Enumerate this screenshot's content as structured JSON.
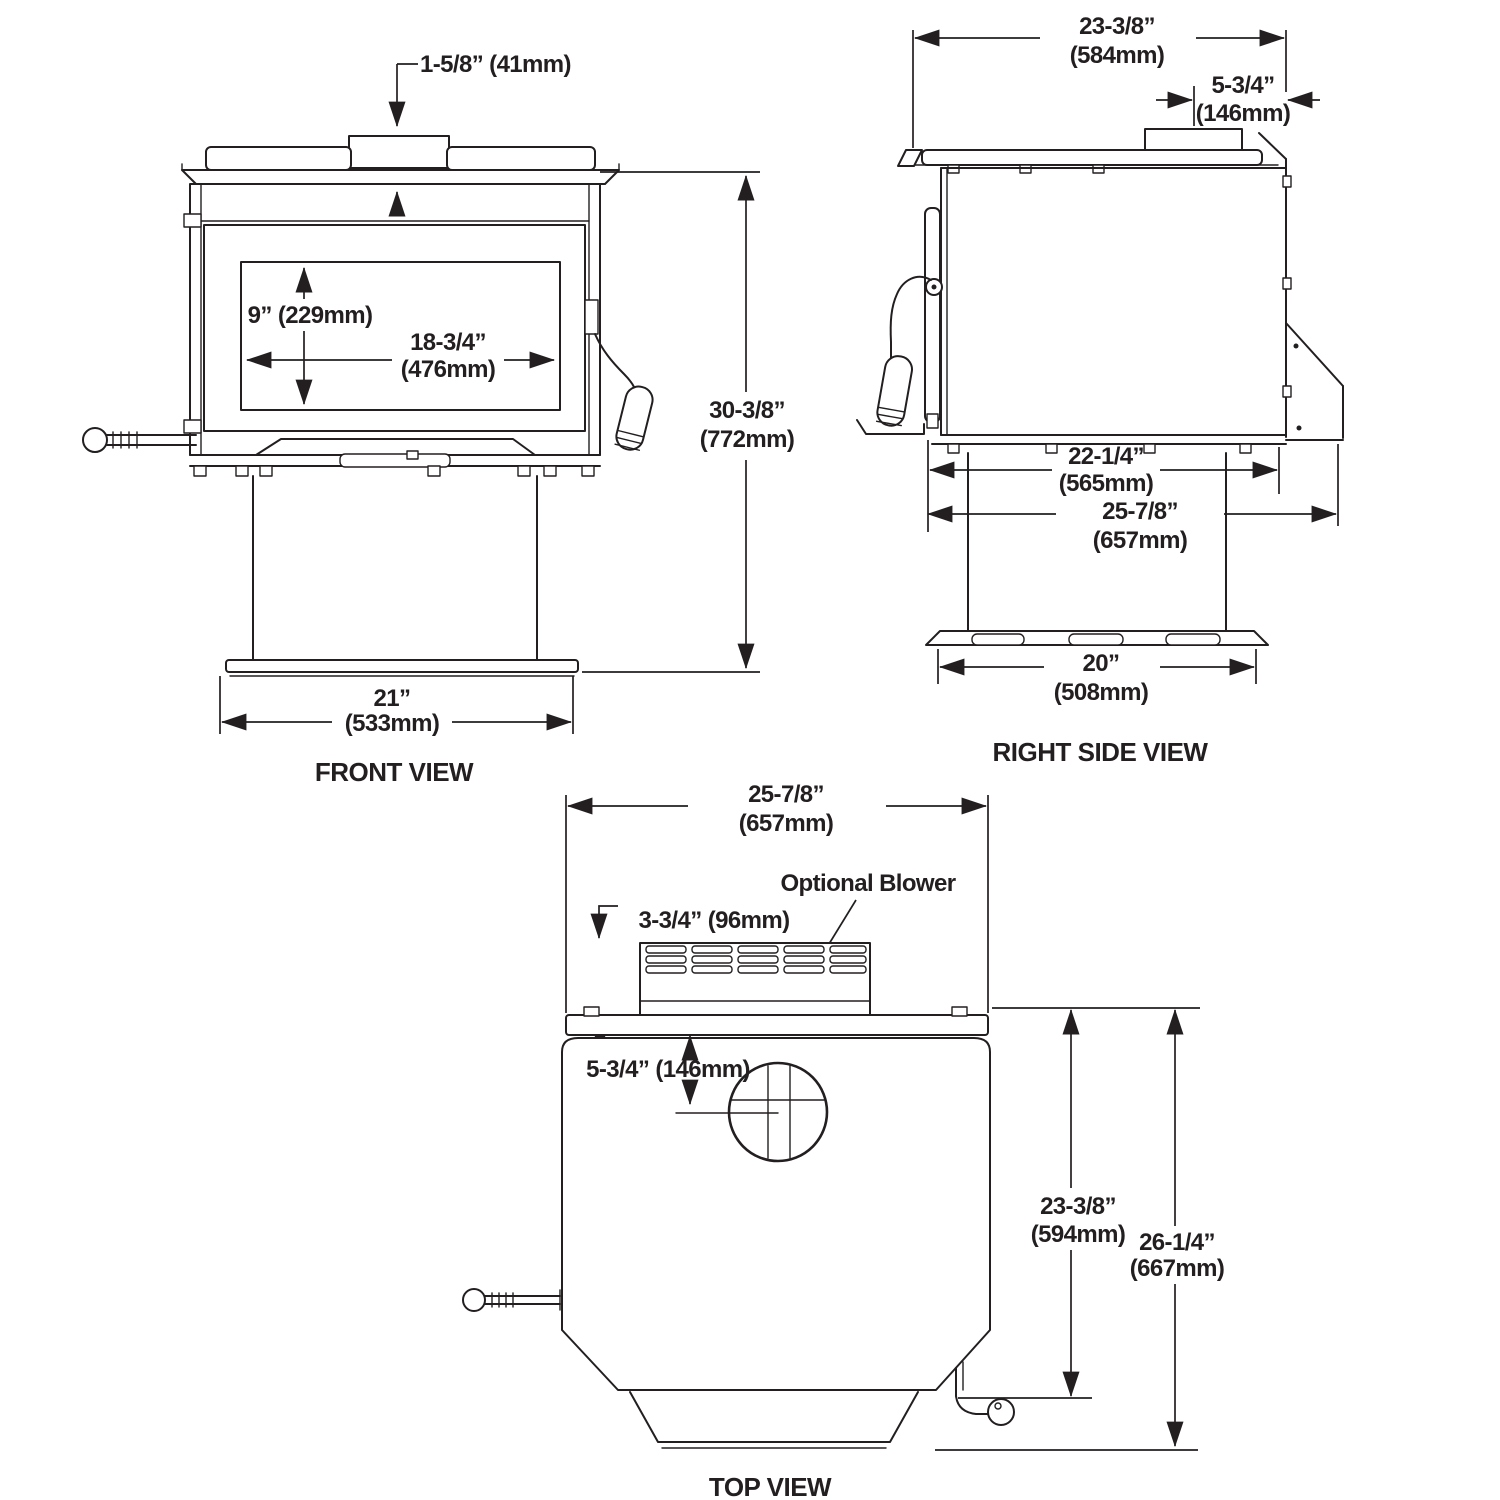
{
  "diagram": {
    "type": "stove-dimension-drawing",
    "line_color": "#231f20",
    "background_color": "#ffffff",
    "front": {
      "title": "FRONT VIEW",
      "dim_collar_offset": "1-5/8” (41mm)",
      "dim_glass_height": "9” (229mm)",
      "dim_glass_width_in": "18-3/4”",
      "dim_glass_width_mm": "(476mm)",
      "dim_overall_height_in": "30-3/8”",
      "dim_overall_height_mm": "(772mm)",
      "dim_base_width_in": "21”",
      "dim_base_width_mm": "(533mm)"
    },
    "side": {
      "title": "RIGHT SIDE VIEW",
      "dim_top_depth_in": "23-3/8”",
      "dim_top_depth_mm": "(584mm)",
      "dim_flue_to_rear_in": "5-3/4”",
      "dim_flue_to_rear_mm": "(146mm)",
      "dim_body_depth_in": "22-1/4”",
      "dim_body_depth_mm": "(565mm)",
      "dim_overall_depth_in": "25-7/8”",
      "dim_overall_depth_mm": "(657mm)",
      "dim_base_depth_in": "20”",
      "dim_base_depth_mm": "(508mm)"
    },
    "top": {
      "title": "TOP VIEW",
      "dim_overall_width_in": "25-7/8”",
      "dim_overall_width_mm": "(657mm)",
      "blower_label": "Optional Blower",
      "dim_blower_depth": "3-3/4” (96mm)",
      "dim_flue_center": "5-3/4” (146mm)",
      "dim_body_depth_in": "23-3/8”",
      "dim_body_depth_mm": "(594mm)",
      "dim_overall_depth_in": "26-1/4”",
      "dim_overall_depth_mm": "(667mm)"
    }
  }
}
